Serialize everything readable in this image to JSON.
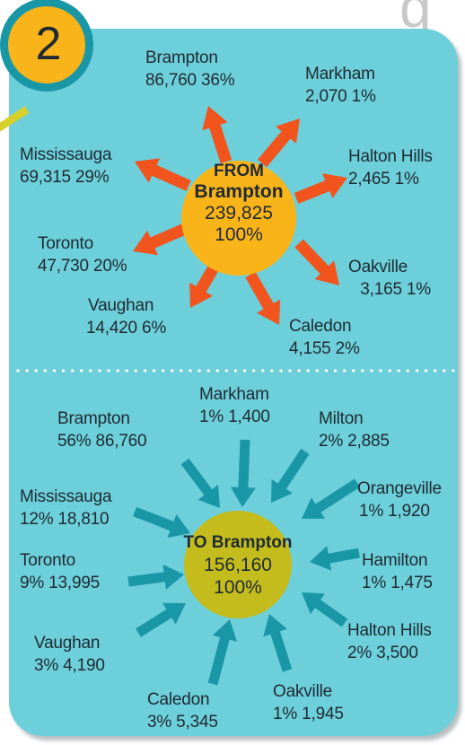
{
  "badge_number": "2",
  "heading_partial": "g",
  "colors": {
    "panel": "#6ccfda",
    "from_circle": "#f9b41a",
    "from_arrows": "#f2541e",
    "to_circle": "#c3bc1c",
    "to_arrows": "#1a97a6",
    "badge": "#f9b41a",
    "badge_ring": "#1a97a6"
  },
  "from_section": {
    "center": {
      "line1": "FROM",
      "line2": "Brampton",
      "total": "239,825",
      "percent": "100%"
    },
    "destinations": [
      {
        "name": "Brampton",
        "value": "86,760  36%"
      },
      {
        "name": "Markham",
        "value": "2,070  1%"
      },
      {
        "name": "Mississauga",
        "value": "69,315  29%"
      },
      {
        "name": "Halton Hills",
        "value": "2,465 1%"
      },
      {
        "name": "Toronto",
        "value": "47,730  20%"
      },
      {
        "name": "Oakville",
        "value": "3,165  1%"
      },
      {
        "name": "Vaughan",
        "value": "14,420  6%"
      },
      {
        "name": "Caledon",
        "value": "4,155  2%"
      }
    ]
  },
  "to_section": {
    "center": {
      "line1": "TO Brampton",
      "total": "156,160",
      "percent": "100%"
    },
    "origins": [
      {
        "name": "Markham",
        "value": "1% 1,400"
      },
      {
        "name": "Brampton",
        "value": "56% 86,760"
      },
      {
        "name": "Milton",
        "value": "2%  2,885"
      },
      {
        "name": "Orangeville",
        "value": "1% 1,920"
      },
      {
        "name": "Mississauga",
        "value": "12% 18,810"
      },
      {
        "name": "Hamilton",
        "value": "1% 1,475"
      },
      {
        "name": "Toronto",
        "value": "9% 13,995"
      },
      {
        "name": "Halton Hills",
        "value": "2%  3,500"
      },
      {
        "name": "Vaughan",
        "value": "3% 4,190"
      },
      {
        "name": "Oakville",
        "value": "1%  1,945"
      },
      {
        "name": "Caledon",
        "value": "3%  5,345"
      }
    ]
  }
}
